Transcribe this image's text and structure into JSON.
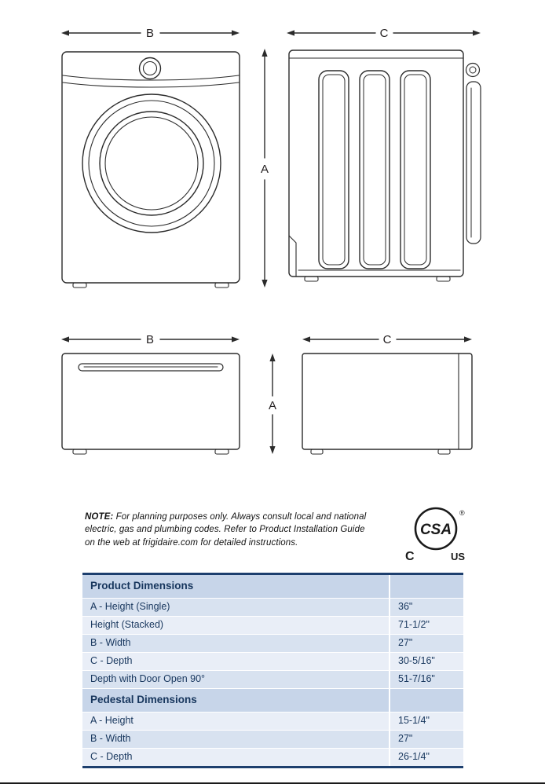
{
  "diagrams": {
    "labels": {
      "a": "A",
      "b": "B",
      "c": "C"
    }
  },
  "note": {
    "label": "NOTE:",
    "text": " For planning purposes only. Always consult local and national electric, gas and plumbing codes. Refer to Product Installation Guide on the web at frigidaire.com for detailed instructions."
  },
  "certification": {
    "monogram": "CSA",
    "registered": "®",
    "left_mark": "C",
    "right_mark": "US"
  },
  "table": {
    "sections": [
      {
        "header": "Product Dimensions",
        "rows": [
          {
            "label": "A - Height (Single)",
            "value": "36\""
          },
          {
            "label": "Height (Stacked)",
            "value": "71-1/2\""
          },
          {
            "label": "B - Width",
            "value": "27\""
          },
          {
            "label": "C - Depth",
            "value": "30-5/16\""
          },
          {
            "label": "Depth with Door Open 90°",
            "value": "51-7/16\""
          }
        ]
      },
      {
        "header": "Pedestal Dimensions",
        "rows": [
          {
            "label": "A - Height",
            "value": "15-1/4\""
          },
          {
            "label": "B - Width",
            "value": "27\""
          },
          {
            "label": "C - Depth",
            "value": "26-1/4\""
          }
        ]
      }
    ]
  }
}
